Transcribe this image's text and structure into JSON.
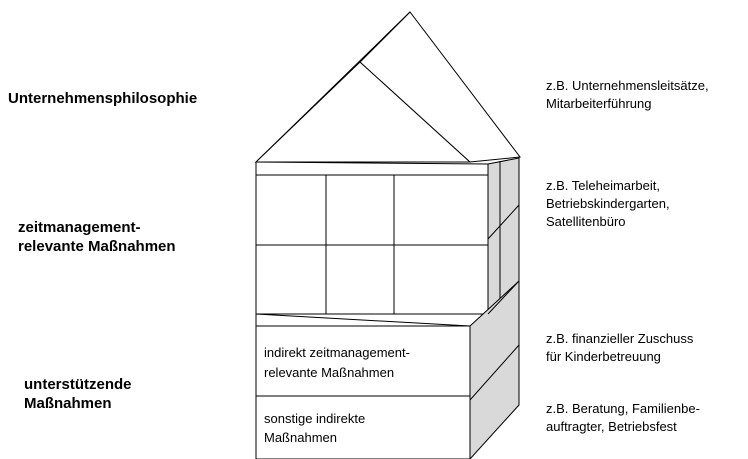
{
  "levels": {
    "philosophy": {
      "label": "Unternehmensphilosophie"
    },
    "timemanagement": {
      "label_line1": "zeitmanagement-",
      "label_line2": "relevante Maßnahmen"
    },
    "supporting": {
      "label_line1": "unterstützende",
      "label_line2": "Maßnahmen"
    }
  },
  "inner_boxes": {
    "indirect": {
      "line1": "indirekt zeitmanagement-",
      "line2": "relevante Maßnahmen"
    },
    "other": {
      "line1": "sonstige indirekte",
      "line2": "Maßnahmen"
    }
  },
  "examples": {
    "philosophy": {
      "line1": "z.B. Unternehmensleitsätze,",
      "line2": "Mitarbeiterführung"
    },
    "timemanagement": {
      "line1": "z.B. Teleheimarbeit,",
      "line2": "Betriebskindergarten,",
      "line3": "Satellitenbüro"
    },
    "indirect": {
      "line1": "z.B. finanzieller Zuschuss",
      "line2": "für Kinderbetreuung"
    },
    "other": {
      "line1": "z.B. Beratung, Familienbe-",
      "line2": "auftragter, Betriebsfest"
    }
  },
  "colors": {
    "stroke": "#000000",
    "side_fill": "#d9d9d9",
    "front_fill": "#ffffff"
  }
}
